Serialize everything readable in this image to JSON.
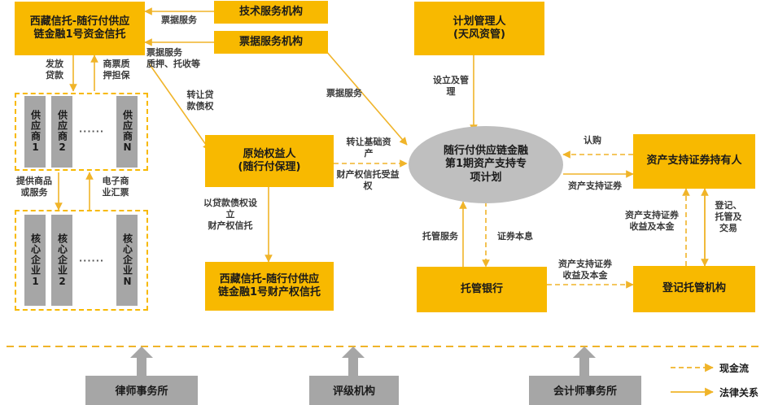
{
  "diagram": {
    "title_node": "西藏信托-随行付供应链金融1号资金信托",
    "nodes": {
      "fund_trust": "西藏信托-随行付供应\n链金融1号资金信托",
      "tech_service": "技术服务机构",
      "bill_service": "票据服务机构",
      "plan_manager": "计划管理人\n(天风资管)",
      "originator": "原始权益人\n(随行付保理)",
      "property_trust": "西藏信托-随行付供应\n链金融1号财产权信托",
      "spv": "随行付供应链金融\n第1期资产支持专\n项计划",
      "abs_holder": "资产支持证券持有人",
      "custodian_bank": "托管银行",
      "registrar": "登记托管机构",
      "law_firm": "律师事务所",
      "rating_agency": "评级机构",
      "accounting_firm": "会计师事务所"
    },
    "supplier_group": {
      "items": [
        "供应商1",
        "供应商2",
        "供应商N"
      ],
      "ellipsis": "······"
    },
    "core_enterprise_group": {
      "items": [
        "核心企业1",
        "核心企业2",
        "核心企业N"
      ],
      "ellipsis": "······"
    },
    "edge_labels": {
      "issue_loan": "发放\n贷款",
      "bill_pledge_guarantee": "商票质\n押担保",
      "bill_service_top": "票据服务",
      "bill_service_pledge": "票据服务\n质押、托收等",
      "transfer_loan_claim": "转让贷\n款债权",
      "bill_service_right": "票据服务",
      "provide_goods": "提供商品\n或服务",
      "electronic_bill": "电子商\n业汇票",
      "establish_property_trust": "以贷款债权设\n立\n财产权信托",
      "setup_and_manage": "设立及管\n理",
      "transfer_base_asset": "转让基础资\n产",
      "property_trust_benefit": "财产权信托受益\n权",
      "subscribe": "认购",
      "abs": "资产支持证券",
      "custody_service": "托管服务",
      "bond_principal_interest": "证券本息",
      "abs_income_principal_1": "资产支持证券\n收益及本金",
      "abs_income_principal_2": "资产支持证券\n收益及本金",
      "register_custody_trade": "登记、\n托管及\n交易"
    },
    "legend": [
      {
        "label": "现金流",
        "style": "dashed"
      },
      {
        "label": "法律关系",
        "style": "solid"
      }
    ],
    "colors": {
      "orange": "#F8B900",
      "gray": "#A6A6A6",
      "ellipse_gray": "#BFBFBF",
      "arrow": "#F5C242",
      "text": "#1a1a1a"
    }
  }
}
